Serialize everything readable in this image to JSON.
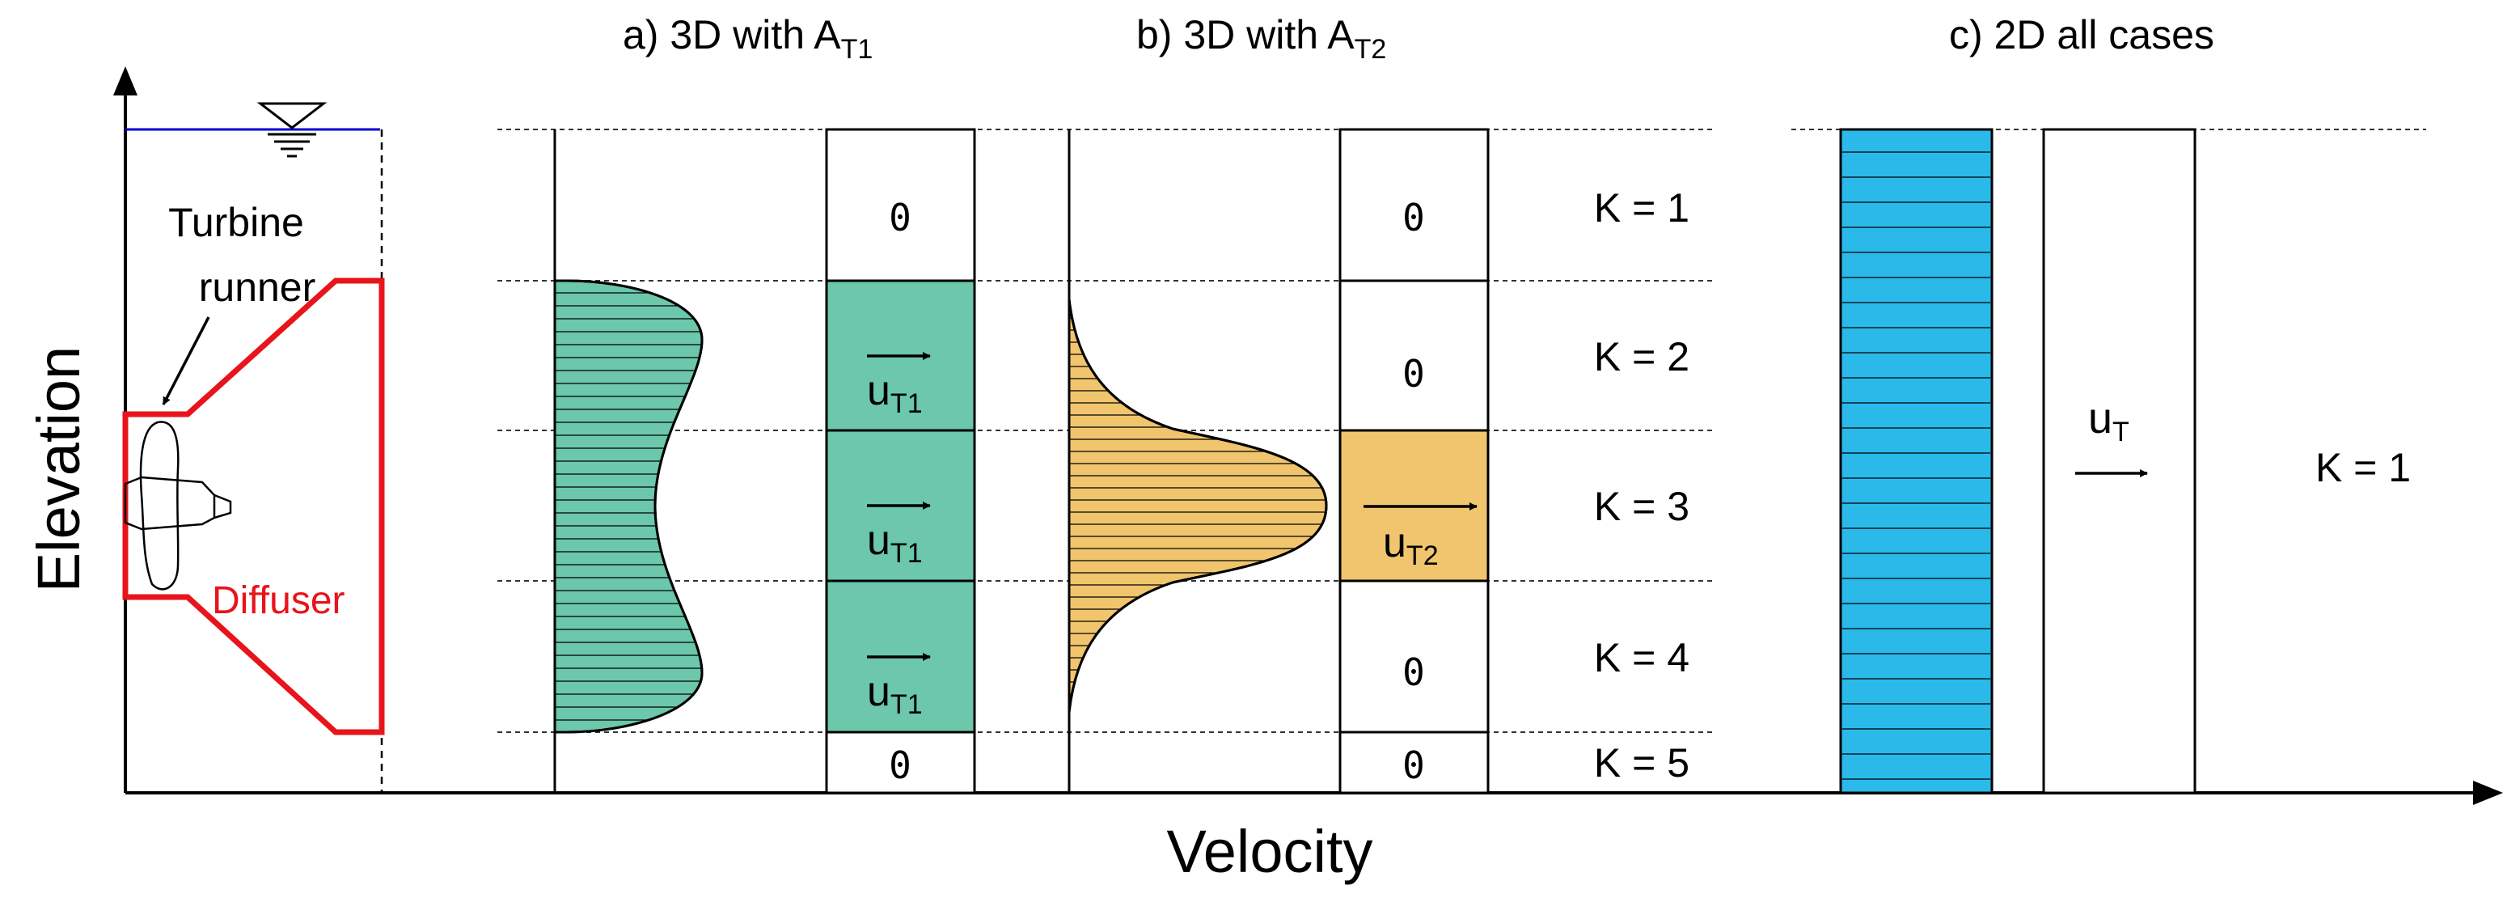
{
  "axes": {
    "y_label": "Elevation",
    "x_label": "Velocity"
  },
  "turbine": {
    "runner_label_line1": "Turbine",
    "runner_label_line2": "runner",
    "diffuser_label": "Diffuser",
    "diffuser_color": "#e8141b"
  },
  "panels": {
    "a": {
      "title_main": "a) 3D with A",
      "title_sub": "T1",
      "fill_color": "#6cc7ab",
      "cells": [
        {
          "value": "0"
        },
        {
          "arrow_label": "u",
          "arrow_sub": "T1"
        },
        {
          "arrow_label": "u",
          "arrow_sub": "T1"
        },
        {
          "arrow_label": "u",
          "arrow_sub": "T1"
        },
        {
          "value": "0"
        }
      ]
    },
    "b": {
      "title_main": "b) 3D with A",
      "title_sub": "T2",
      "fill_color": "#f0c56e",
      "cells": [
        {
          "value": "0"
        },
        {
          "value": "0"
        },
        {
          "arrow_label": "u",
          "arrow_sub": "T2"
        },
        {
          "value": "0"
        },
        {
          "value": "0"
        }
      ]
    },
    "c": {
      "title": "c) 2D all cases",
      "fill_color": "#2bb9ea",
      "arrow_label": "u",
      "arrow_sub": "T",
      "layer_label": "K = 1"
    }
  },
  "layers": [
    "K = 1",
    "K = 2",
    "K = 3",
    "K = 4",
    "K = 5"
  ],
  "water_line_color": "#0000cc"
}
